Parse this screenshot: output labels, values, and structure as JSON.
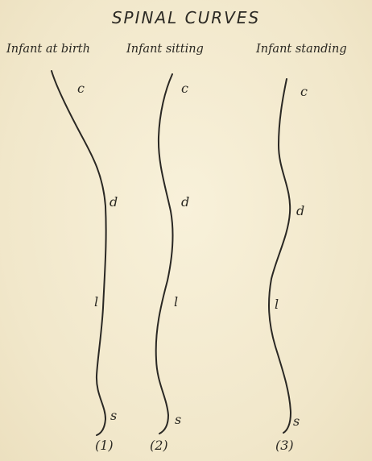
{
  "title": "SPINAL CURVES",
  "figures": [
    {
      "caption": "Infant at birth",
      "labels": {
        "c": "c",
        "d": "d",
        "l": "l",
        "s": "s"
      },
      "number": "(1)"
    },
    {
      "caption": "Infant sitting",
      "labels": {
        "c": "c",
        "d": "d",
        "l": "l",
        "s": "s"
      },
      "number": "(2)"
    },
    {
      "caption": "Infant standing",
      "labels": {
        "c": "c",
        "d": "d",
        "l": "l",
        "s": "s"
      },
      "number": "(3)"
    }
  ]
}
